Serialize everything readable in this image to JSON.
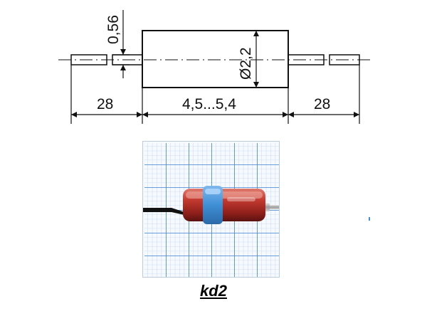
{
  "dimensions": {
    "lead_diameter": "0,56",
    "body_diameter": "Ø2,2",
    "lead_length_left": "28",
    "body_length": "4,5...5,4",
    "lead_length_right": "28"
  },
  "photo": {
    "component": "diode",
    "band_color": "#3f8fd6",
    "body_color": "#b8322c",
    "grid_color": "#3c7fd0"
  },
  "caption": "kd2"
}
